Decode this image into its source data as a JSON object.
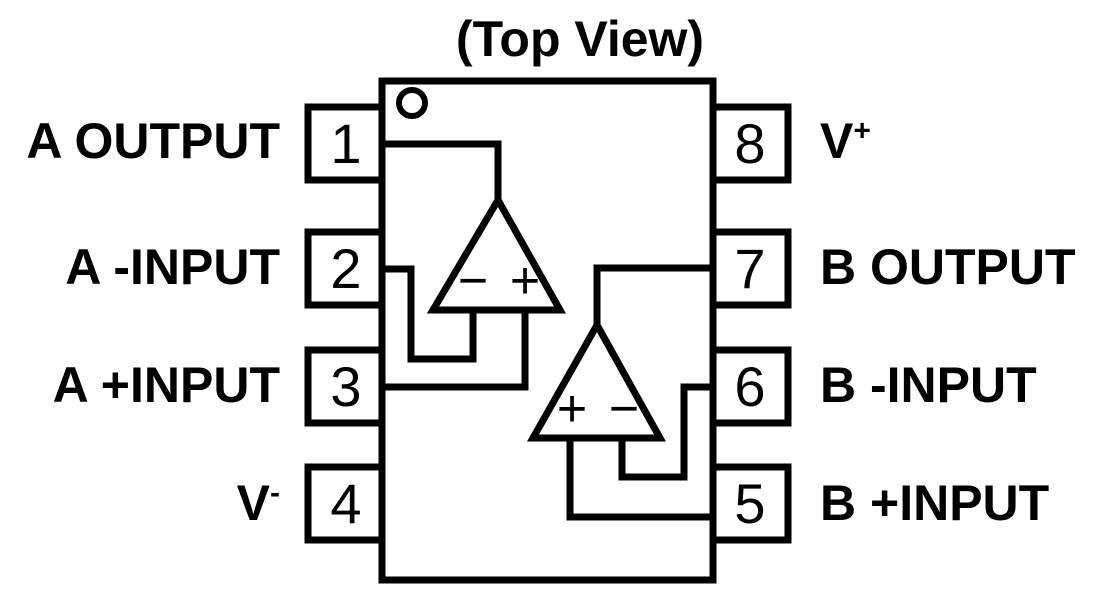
{
  "diagram": {
    "title": "(Top View)",
    "package": "8-pin dual op-amp DIP pinout",
    "stroke_color": "#000000",
    "background_color": "#ffffff",
    "notch_marker": "pin-1-dot-circle"
  },
  "pins": {
    "left": [
      {
        "number": "1",
        "label": "A OUTPUT"
      },
      {
        "number": "2",
        "label": "A -INPUT"
      },
      {
        "number": "3",
        "label": "A +INPUT"
      },
      {
        "number": "4",
        "label_main": "V",
        "label_sup": "-"
      }
    ],
    "right": [
      {
        "number": "8",
        "label_main": "V",
        "label_sup": "+"
      },
      {
        "number": "7",
        "label": "B OUTPUT"
      },
      {
        "number": "6",
        "label": "B -INPUT"
      },
      {
        "number": "5",
        "label": "B +INPUT"
      }
    ]
  },
  "amplifiers": [
    {
      "name": "A",
      "left_terminal": "−",
      "right_terminal": "+"
    },
    {
      "name": "B",
      "left_terminal": "+",
      "right_terminal": "−"
    }
  ],
  "symbols": {
    "minus": "−",
    "plus": "+"
  }
}
